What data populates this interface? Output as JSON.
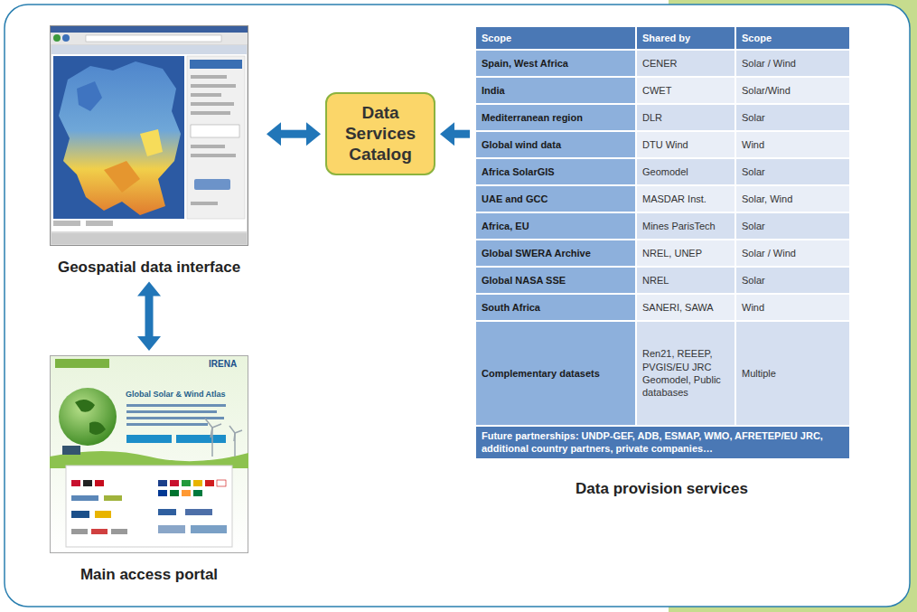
{
  "diagram": {
    "nodes": [
      {
        "text": [
          "Geospatial data interface"
        ]
      },
      {
        "text": [
          "Data Services Catalog"
        ]
      },
      {
        "text": [
          "Data provision services"
        ]
      },
      {
        "text": [
          "Main access portal"
        ]
      }
    ],
    "edges": [
      {
        "from": 0,
        "to": 1,
        "arrow": "both"
      },
      {
        "from": 2,
        "to": 1,
        "arrow": "to"
      },
      {
        "from": 0,
        "to": 3,
        "arrow": "both"
      }
    ],
    "labels": [
      "Scope",
      "Shared by",
      "Scope",
      "Spain, West Africa",
      "CENER",
      "Solar / Wind",
      "India",
      "CWET",
      "Solar/Wind",
      "Mediterranean region",
      "DLR",
      "Solar",
      "Global wind data",
      "DTU Wind",
      "Wind",
      "Africa SolarGIS",
      "Geomodel",
      "Solar",
      "UAE and GCC",
      "MASDAR Inst.",
      "Solar, Wind",
      "Africa, EU",
      "Mines ParisTech",
      "Solar",
      "Global SWERA Archive",
      "NREL, UNEP",
      "Solar / Wind",
      "Global NASA SSE",
      "NREL",
      "Solar",
      "South Africa",
      "SANERI, SAWA",
      "Wind",
      "Complementary datasets",
      "Ren21, REEEP, PVGIS/EU JRC Geomodel, Public databases",
      "Multiple",
      "Future partnerships: UNDP-GEF, ADB, ESMAP, WMO, AFRETEP/EU JRC, additional country partners, private companies…",
      "Global Solar & Wind Atlas",
      "IRENA"
    ]
  }
}
